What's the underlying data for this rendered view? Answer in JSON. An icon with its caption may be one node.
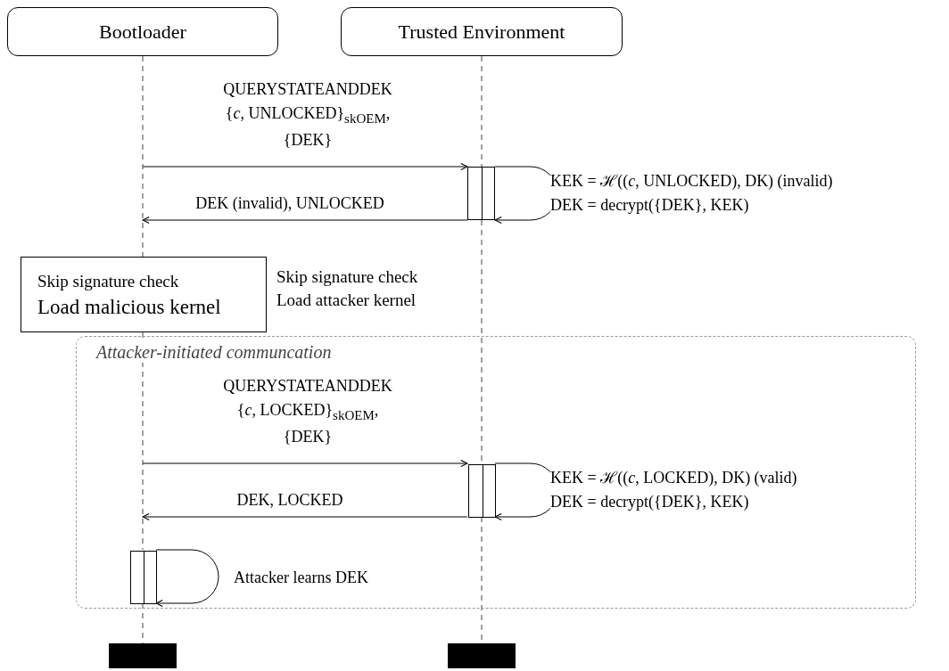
{
  "diagram": {
    "nodes": [
      {
        "text": [
          "Bootloader"
        ]
      },
      {
        "text": [
          "Trusted Environment"
        ]
      },
      {
        "text": [
          "Skip signature check",
          "Load malicious kernel"
        ]
      },
      {
        "text": [
          "Attacker-initiated communcation"
        ]
      },
      {
        "text": [],
        "shape": "box"
      },
      {
        "text": [],
        "shape": "box",
        "in": 3
      },
      {
        "text": [],
        "shape": "box",
        "in": 3
      },
      {
        "text": [],
        "shape": "bar"
      },
      {
        "text": [],
        "shape": "bar"
      }
    ],
    "edges": [
      {
        "from": null,
        "to": 4,
        "arrow": "to",
        "label": "QUERYSTATEANDDEK {*c*, UNLOCKED}$_{skOEM}$, {DEK}"
      },
      {
        "from": 4,
        "to": null,
        "arrow": "to",
        "label": "DEK (invalid), UNLOCKED"
      },
      {
        "from": 4,
        "to": 4,
        "arrow": "to",
        "label": "KEK = ℋ((*c*, UNLOCKED), DK) (invalid) DEK = decrypt({DEK}, KEK)"
      },
      {
        "from": null,
        "to": 5,
        "arrow": "to",
        "label": "QUERYSTATEANDDEK {*c*, LOCKED}$_{skOEM}$, {DEK}"
      },
      {
        "from": 5,
        "to": null,
        "arrow": "to",
        "label": "DEK, LOCKED"
      },
      {
        "from": 5,
        "to": 5,
        "arrow": "to",
        "label": "KEK = ℋ((*c*, LOCKED), DK) (valid) DEK = decrypt({DEK}, KEK)"
      },
      {
        "from": 6,
        "to": 6,
        "arrow": "to",
        "label": "Attacker learns DEK"
      },
      {
        "from": 0,
        "to": 2,
        "arrow": "none",
        "style": "dashed"
      },
      {
        "from": 2,
        "to": 6,
        "arrow": "none",
        "style": "dashed"
      },
      {
        "from": 6,
        "to": 7,
        "arrow": "none",
        "style": "dashed"
      },
      {
        "from": 1,
        "to": 4,
        "arrow": "none",
        "style": "dashed"
      },
      {
        "from": 4,
        "to": 5,
        "arrow": "none",
        "style": "dashed"
      },
      {
        "from": 5,
        "to": 8,
        "arrow": "none",
        "style": "dashed"
      }
    ],
    "labels": [
      "Skip signature check Load attacker kernel"
    ]
  }
}
